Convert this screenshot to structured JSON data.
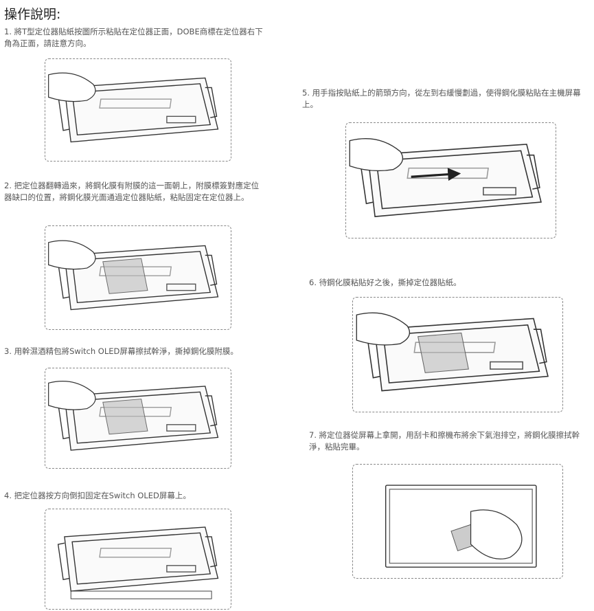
{
  "title": "操作說明:",
  "steps": [
    {
      "text": "1. 將T型定位器貼紙按圖所示粘貼在定位器正面，DOBE商標在定位器右下角為正面，請註意方向。",
      "image": "device-with-sticker"
    },
    {
      "text": "2. 把定位器翻轉過來，將鋼化膜有附膜的這一面朝上，附膜標簽對應定位器缺口的位置，將鋼化膜光面通過定位器貼紙，粘貼固定在定位器上。",
      "image": "film-placement"
    },
    {
      "text": "3. 用幹濕酒精包將Switch OLED屏幕擦拭幹淨，撕掉鋼化膜附膜。",
      "image": "peel-film"
    },
    {
      "text": "4. 把定位器按方向倒扣固定在Switch OLED屏幕上。",
      "image": "attach-frame"
    },
    {
      "text": "5. 用手指按貼紙上的箭頭方向，從左到右緩慢劃過，使得鋼化膜粘貼在主機屏幕上。",
      "image": "swipe-finger"
    },
    {
      "text": "6. 待鋼化膜粘貼好之後，撕掉定位器貼紙。",
      "image": "remove-sticker"
    },
    {
      "text": "7. 將定位器從屏幕上拿開，用刮卡和擦機布將余下氣泡排空，將鋼化膜擦拭幹淨，粘貼完畢。",
      "image": "wipe-screen"
    }
  ]
}
